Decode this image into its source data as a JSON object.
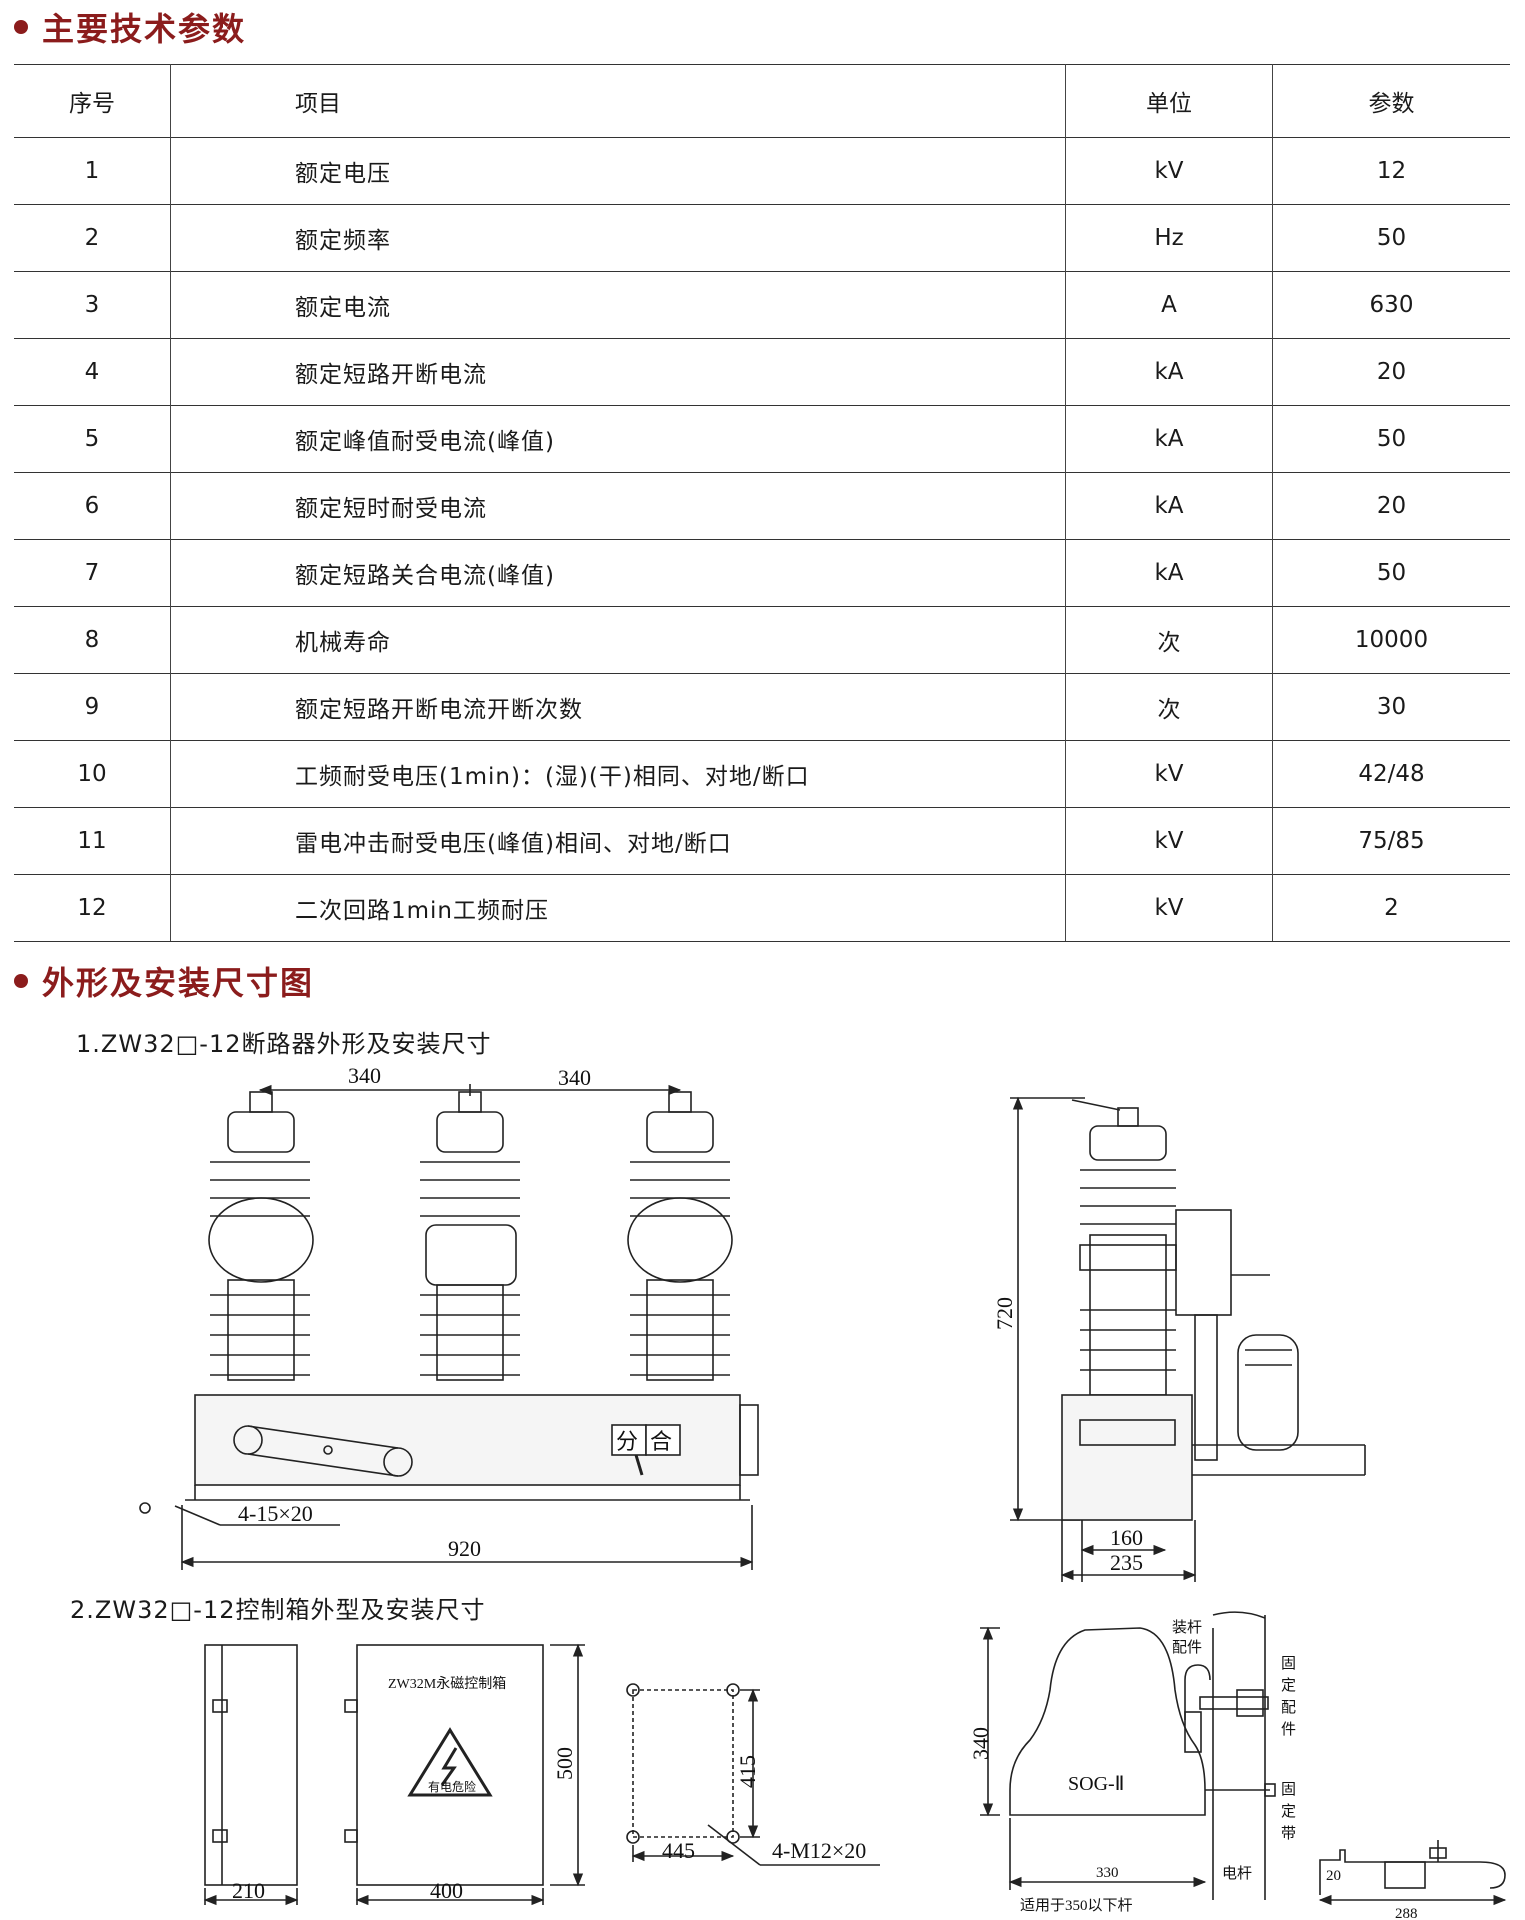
{
  "section1": {
    "title": "主要技术参数"
  },
  "table": {
    "headers": [
      "序号",
      "项目",
      "单位",
      "参数"
    ],
    "rows": [
      [
        "1",
        "额定电压",
        "kV",
        "12"
      ],
      [
        "2",
        "额定频率",
        "Hz",
        "50"
      ],
      [
        "3",
        "额定电流",
        "A",
        "630"
      ],
      [
        "4",
        "额定短路开断电流",
        "kA",
        "20"
      ],
      [
        "5",
        "额定峰值耐受电流(峰值)",
        "kA",
        "50"
      ],
      [
        "6",
        "额定短时耐受电流",
        "kA",
        "20"
      ],
      [
        "7",
        "额定短路关合电流(峰值)",
        "kA",
        "50"
      ],
      [
        "8",
        "机械寿命",
        "次",
        "10000"
      ],
      [
        "9",
        "额定短路开断电流开断次数",
        "次",
        "30"
      ],
      [
        "10",
        "工频耐受电压(1min)：(湿)(干)相同、对地/断口",
        "kV",
        "42/48"
      ],
      [
        "11",
        "雷电冲击耐受电压(峰值)相间、对地/断口",
        "kV",
        "75/85"
      ],
      [
        "12",
        "二次回路1min工频耐压",
        "kV",
        "2"
      ]
    ]
  },
  "section2": {
    "title": "外形及安装尺寸图"
  },
  "fig1": {
    "caption": "1.ZW32□-12断路器外形及安装尺寸",
    "dim_spacing_left": "340",
    "dim_spacing_right": "340",
    "dim_holes": "4-15×20",
    "dim_width": "920",
    "label_open": "分",
    "label_close": "合",
    "dim_height": "720",
    "dim_base_inner": "160",
    "dim_base_outer": "235"
  },
  "fig2": {
    "caption": "2.ZW32□-12控制箱外型及安装尺寸",
    "dim_side_width": "210",
    "box_title": "ZW32M永磁控制箱",
    "warning_text": "有电危险",
    "dim_box_height": "500",
    "dim_box_width": "400",
    "dim_hole_v": "415",
    "dim_hole_h": "445",
    "dim_bolts": "4-M12×20",
    "dim_pole_height": "340",
    "sog_label": "SOG-Ⅱ",
    "label_pole_fitting": "装杆配件",
    "label_fixing_fitting": "固定配件",
    "label_fixing_strap": "固定带",
    "label_pole": "电杆",
    "dim_pole_width": "330",
    "note_pole": "适用于350以下杆",
    "dim_bracket_small": "20",
    "dim_bracket_width": "288"
  }
}
